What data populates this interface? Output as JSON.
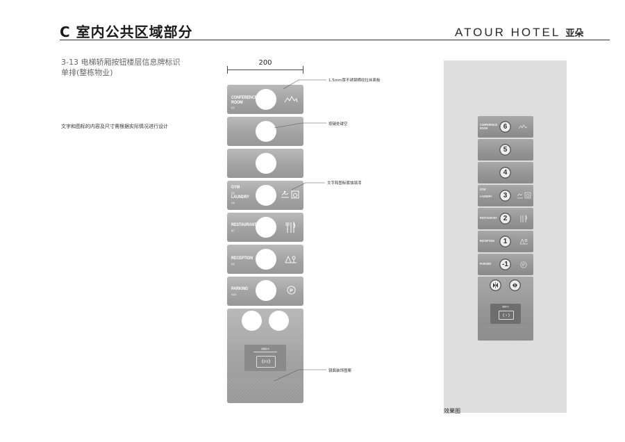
{
  "header": {
    "title": "C 室内公共区域部分",
    "brand": "ATOUR HOTEL",
    "brand_cn": "亚朵"
  },
  "item": {
    "line1": "3-13  电梯轿厢按钮楼层信息牌标识",
    "line2": "单排(整栋物业)"
  },
  "note": "文字和图标的内容及尺寸需根据实际情况进行设计",
  "drawing": {
    "width_label": "200",
    "callouts": [
      "1.5mm厚不锈钢横纹拉丝面板",
      "按键处镂空",
      "文字和图标腐蚀填漆",
      "镜面装饰图案"
    ],
    "floors": [
      {
        "name": "CONFERENCE\nROOM",
        "sub": "会议",
        "icon": "mountain-icon"
      },
      {
        "name": "",
        "sub": "",
        "icon": ""
      },
      {
        "name": "",
        "sub": "",
        "icon": ""
      },
      {
        "name": "GYM",
        "sub": "健身",
        "name2": "LAUNDRY",
        "sub2": "洗衣",
        "icon": "gym-laundry-icon"
      },
      {
        "name": "RESTAURANT",
        "sub": "餐厅",
        "icon": "cutlery-icon"
      },
      {
        "name": "RECEPTION",
        "sub": "前台",
        "icon": "reception-icon"
      },
      {
        "name": "PARKING",
        "sub": "停车场",
        "icon": "parking-icon"
      }
    ],
    "card_reader_label": "请刷房卡"
  },
  "photo": {
    "caption": "效果图",
    "buttons": [
      "6",
      "5",
      "4",
      "3",
      "2",
      "1",
      "-1"
    ],
    "labels": [
      {
        "name": "CONFERENCE\nROOM"
      },
      {
        "name": ""
      },
      {
        "name": ""
      },
      {
        "name": "GYM",
        "name2": "LAUNDRY"
      },
      {
        "name": "RESTAURANT"
      },
      {
        "name": "RECEPTION"
      },
      {
        "name": "PARKING"
      }
    ],
    "card_reader_label": "请刷房卡"
  }
}
